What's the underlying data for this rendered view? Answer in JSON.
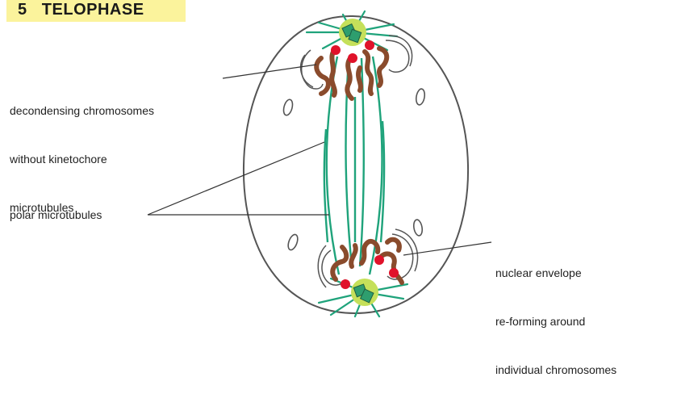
{
  "title": {
    "number": "5",
    "text": "TELOPHASE"
  },
  "labels": {
    "decondensing": [
      "decondensing chromosomes",
      "without kinetochore",
      "microtubules"
    ],
    "polar": "polar microtubules",
    "nuclear": [
      "nuclear envelope",
      "re-forming around",
      "individual chromosomes"
    ]
  },
  "colors": {
    "title_bg": "#fbf39c",
    "microtubule": "#1fa37b",
    "centrosome": "#c5e05a",
    "centriole": "#2e9e6e",
    "chromosome": "#8a4b2c",
    "kinetochore": "#e0122a",
    "outline": "#555555"
  }
}
